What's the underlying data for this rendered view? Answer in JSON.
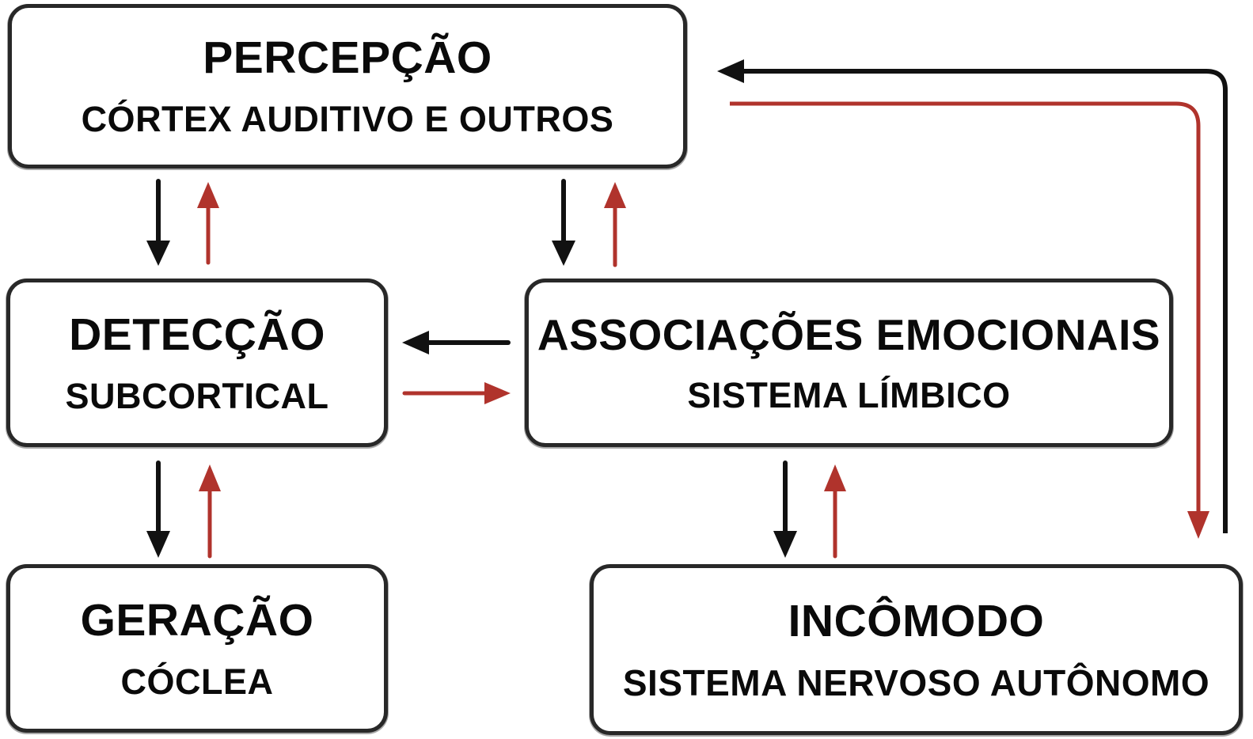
{
  "diagram": {
    "language": "pt-BR",
    "nodes": [
      {
        "id": "percepcao",
        "title": "PERCEPÇÃO",
        "subtitle": "CÓRTEX AUDITIVO E OUTROS"
      },
      {
        "id": "deteccao",
        "title": "DETECÇÃO",
        "subtitle": "SUBCORTICAL"
      },
      {
        "id": "associacoes",
        "title": "ASSOCIAÇÕES EMOCIONAIS",
        "subtitle": "SISTEMA LÍMBICO"
      },
      {
        "id": "geracao",
        "title": "GERAÇÃO",
        "subtitle": "CÓCLEA"
      },
      {
        "id": "incomodo",
        "title": "INCÔMODO",
        "subtitle": "SISTEMA NERVOSO AUTÔNOMO"
      }
    ],
    "edges": [
      {
        "from": "percepcao",
        "to": "deteccao",
        "color": "black",
        "direction": "down"
      },
      {
        "from": "deteccao",
        "to": "percepcao",
        "color": "red",
        "direction": "up"
      },
      {
        "from": "percepcao",
        "to": "associacoes",
        "color": "black",
        "direction": "down"
      },
      {
        "from": "associacoes",
        "to": "percepcao",
        "color": "red",
        "direction": "up"
      },
      {
        "from": "associacoes",
        "to": "deteccao",
        "color": "black",
        "direction": "left"
      },
      {
        "from": "deteccao",
        "to": "associacoes",
        "color": "red",
        "direction": "right"
      },
      {
        "from": "deteccao",
        "to": "geracao",
        "color": "black",
        "direction": "down"
      },
      {
        "from": "geracao",
        "to": "deteccao",
        "color": "red",
        "direction": "up"
      },
      {
        "from": "associacoes",
        "to": "incomodo",
        "color": "black",
        "direction": "down"
      },
      {
        "from": "incomodo",
        "to": "associacoes",
        "color": "red",
        "direction": "up"
      },
      {
        "from": "incomodo",
        "to": "percepcao",
        "color": "black",
        "direction": "elbow-up-left"
      },
      {
        "from": "percepcao",
        "to": "incomodo",
        "color": "red",
        "direction": "elbow-right-down"
      }
    ],
    "colors": {
      "background": "#ffffff",
      "box_fill": "#ffffff",
      "box_border": "#282828",
      "text": "#0a0a0a",
      "arrow_black": "#111111",
      "arrow_red": "#b0332c"
    }
  }
}
